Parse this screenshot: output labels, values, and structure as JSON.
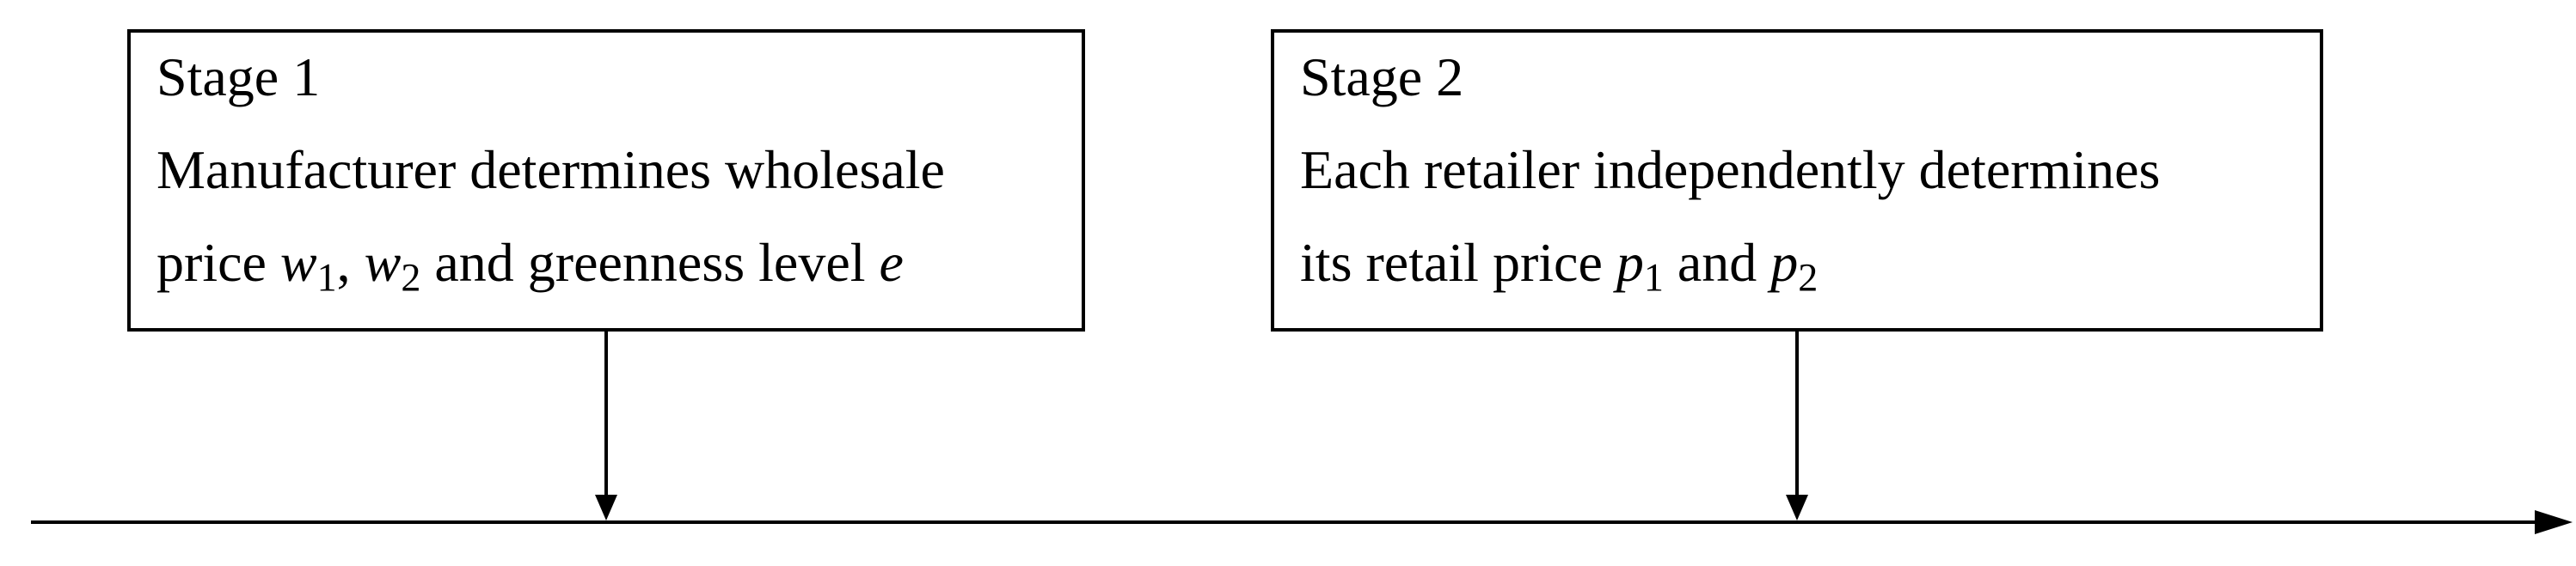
{
  "stages": [
    {
      "title": "Stage 1",
      "line1": "Manufacturer determines wholesale",
      "line2_prefix": "price ",
      "var_a": "w",
      "var_a_sub": "1",
      "sep": ", ",
      "var_b": "w",
      "var_b_sub": "2",
      "line2_mid": " and greenness level ",
      "var_c": "e"
    },
    {
      "title": "Stage 2",
      "line1": "Each retailer independently determines",
      "line2_prefix": "its retail price ",
      "var_a": "p",
      "var_a_sub": "1",
      "line2_mid": " and ",
      "var_b": "p",
      "var_b_sub": "2"
    }
  ],
  "colors": {
    "stroke": "#000000",
    "background": "#ffffff"
  }
}
